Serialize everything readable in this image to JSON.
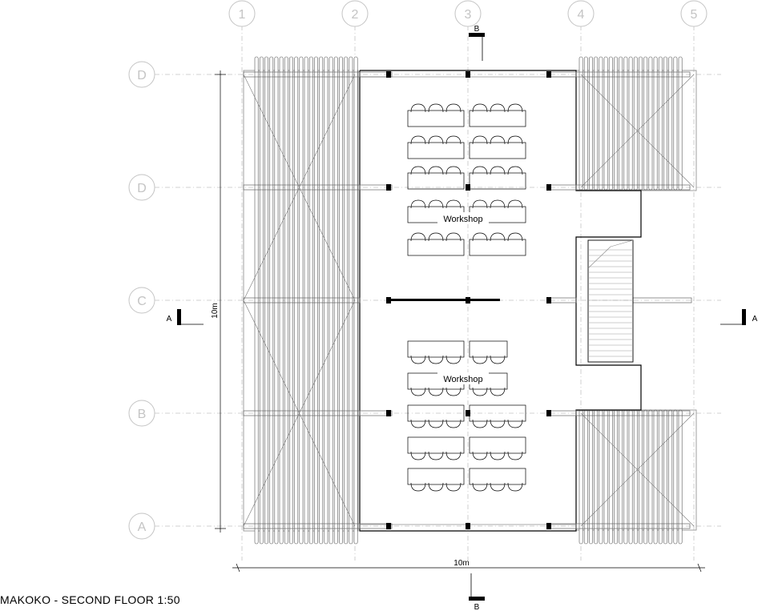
{
  "drawing": {
    "title": "MAKOKO - SECOND FLOOR 1:50",
    "colors": {
      "line": "#000000",
      "grid": "#c4c4c4",
      "light_line": "#888888"
    }
  },
  "grid": {
    "columns": [
      "1",
      "2",
      "3",
      "4",
      "5"
    ],
    "rows": [
      "D",
      "D",
      "C",
      "B",
      "A"
    ]
  },
  "dimensions": {
    "horizontal": "10m",
    "vertical": "10m"
  },
  "rooms": [
    {
      "name": "Workshop"
    },
    {
      "name": "Workshop"
    }
  ],
  "section_markers": {
    "a_left": "A",
    "a_right": "A",
    "b_top": "B",
    "b_bottom": "B"
  }
}
